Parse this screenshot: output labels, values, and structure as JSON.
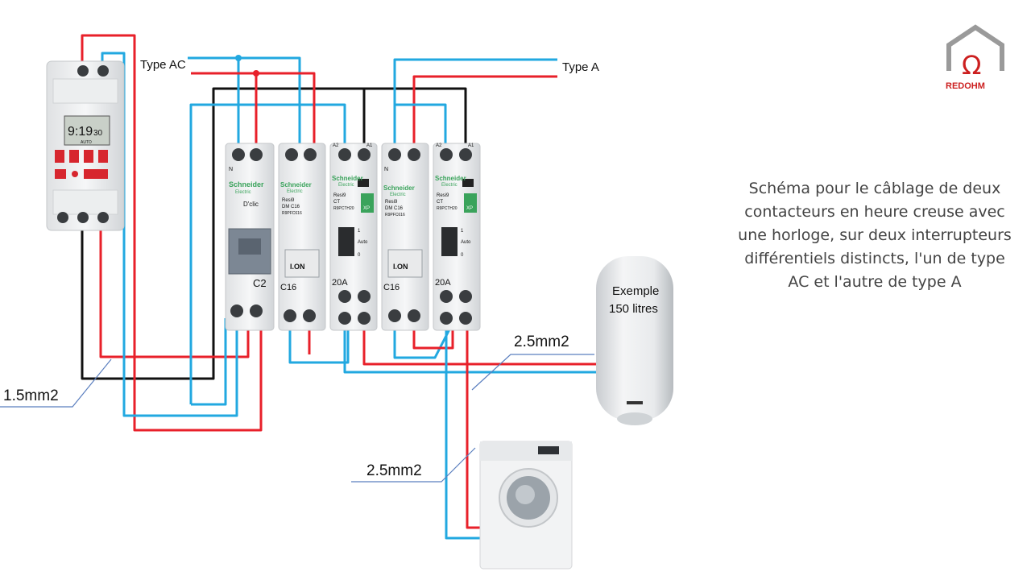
{
  "labels": {
    "type_ac": "Type AC",
    "type_a": "Type A",
    "cable_small": "1.5mm2",
    "cable_big_1": "2.5mm2",
    "cable_big_2": "2.5mm2",
    "tank_line1": "Exemple",
    "tank_line2": "150 litres"
  },
  "description_lines": [
    "Schéma pour le câblage de deux",
    "contacteurs en heure creuse avec",
    "une horloge, sur deux interrupteurs",
    "différentiels distincts, l'un de type",
    "AC et l'autre de type A"
  ],
  "logo": {
    "text": "REDOHM",
    "color": "#cc1f1f"
  },
  "timer": {
    "display_time": "9:19",
    "display_seconds": "30",
    "mode": "AUTO"
  },
  "modules": {
    "rcd_ac": {
      "brand": "Schneider",
      "brand2": "Electric",
      "model": "D'clic",
      "rating": "C2",
      "top": [
        "N",
        ""
      ]
    },
    "breaker_1": {
      "brand": "Schneider",
      "brand2": "Electric",
      "line1": "Resi9",
      "line2": "DM   C16",
      "line3": "R9PFC616",
      "rating": "C16",
      "handle": "I.ON"
    },
    "contactor_1": {
      "brand": "Schneider",
      "brand2": "Electric",
      "line1": "Resi9",
      "line2": "CT",
      "line3": "R9PCTH20",
      "rating": "20A",
      "top": [
        "A2",
        "A1"
      ],
      "badge": "XP",
      "pos1": "1",
      "pos2": "Auto",
      "pos3": "0"
    },
    "rcd_a": {
      "brand": "Schneider",
      "brand2": "Electric",
      "line1": "Resi9",
      "line2": "DM   C16",
      "line3": "R9PFC616",
      "rating": "C16",
      "handle": "I.ON",
      "top": [
        "N",
        ""
      ]
    },
    "contactor_2": {
      "brand": "Schneider",
      "brand2": "Electric",
      "line1": "Resi9",
      "line2": "CT",
      "line3": "R9PCTH20",
      "rating": "20A",
      "top": [
        "A2",
        "A1"
      ],
      "badge": "XP",
      "pos1": "1",
      "pos2": "Auto",
      "pos3": "0"
    }
  },
  "colors": {
    "phase": "#e8202a",
    "neutral": "#22a8e0",
    "control": "#111111",
    "leader": "#5b7fbf"
  }
}
